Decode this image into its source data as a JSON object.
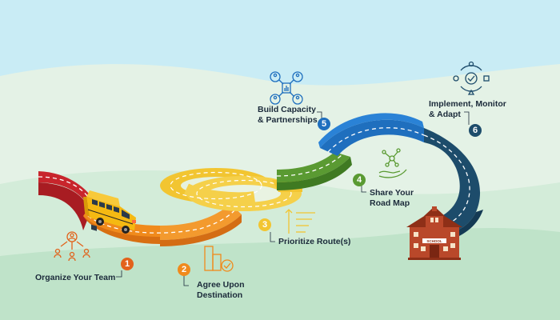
{
  "steps": [
    {
      "number": "1",
      "line1": "Organize Your Team",
      "line2": "",
      "color": "#e2621b"
    },
    {
      "number": "2",
      "line1": "Agree Upon",
      "line2": "Destination",
      "color": "#f08a1c"
    },
    {
      "number": "3",
      "line1": "Prioritize Route(s)",
      "line2": "",
      "color": "#f2c531"
    },
    {
      "number": "4",
      "line1": "Share Your",
      "line2": "Road Map",
      "color": "#5a9a32"
    },
    {
      "number": "5",
      "line1": "Build Capacity",
      "line2": "& Partnerships",
      "color": "#1f6fbe"
    },
    {
      "number": "6",
      "line1": "Implement, Monitor",
      "line2": "& Adapt",
      "color": "#1d4c6b"
    }
  ],
  "school_sign": "SCHOOL",
  "colors": {
    "sky": "#c9ecf5",
    "hill_light": "#dff0e4",
    "hill_mid": "#cfe9d6",
    "road_red": "#c8252c",
    "road_orange": "#f08a1c",
    "road_yellow": "#f2c531",
    "road_green": "#5a9a32",
    "road_blue": "#1f6fbe",
    "road_navy": "#1d4c6b",
    "school_brick": "#b9482a",
    "bus_yellow": "#f5b912"
  },
  "icons": [
    "team-icon",
    "documents-check-icon",
    "priority-bars-icon",
    "hand-network-icon",
    "people-network-icon",
    "gear-cycle-icon",
    "school-icon",
    "school-bus-icon"
  ]
}
